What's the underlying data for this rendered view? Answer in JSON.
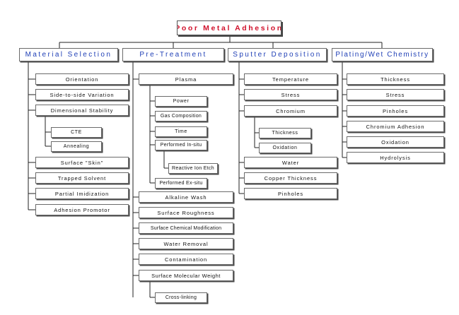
{
  "root": "Poor Metal Adhesion",
  "branches": [
    {
      "label": "Material Selection",
      "items": [
        "Orientation",
        "Side-to-side Variation",
        "Dimensional Stability",
        "CTE",
        "Annealing",
        "Surface \"Skin\"",
        "Trapped Solvent",
        "Partial Imidization",
        "Adhesion Promotor"
      ]
    },
    {
      "label": "Pre-Treatment",
      "items": [
        "Plasma",
        "Power",
        "Gas Composition",
        "Time",
        "Performed In-situ",
        "Reactive Ion Etch",
        "Performed Ex-situ",
        "Alkaline Wash",
        "Surface Roughness",
        "Surface Chemical Modification",
        "Water Removal",
        "Contamination",
        "Surface Molecular Weight",
        "Cross-linking"
      ]
    },
    {
      "label": "Sputter Deposition",
      "items": [
        "Temperature",
        "Stress",
        "Chromium",
        "Thickness",
        "Oxidation",
        "Water",
        "Copper Thickness",
        "Pinholes"
      ]
    },
    {
      "label": "Plating/Wet Chemistry",
      "items": [
        "Thickness",
        "Stress",
        "Pinholes",
        "Chromium Adhesion",
        "Oxidation",
        "Hydrolysis"
      ]
    }
  ]
}
